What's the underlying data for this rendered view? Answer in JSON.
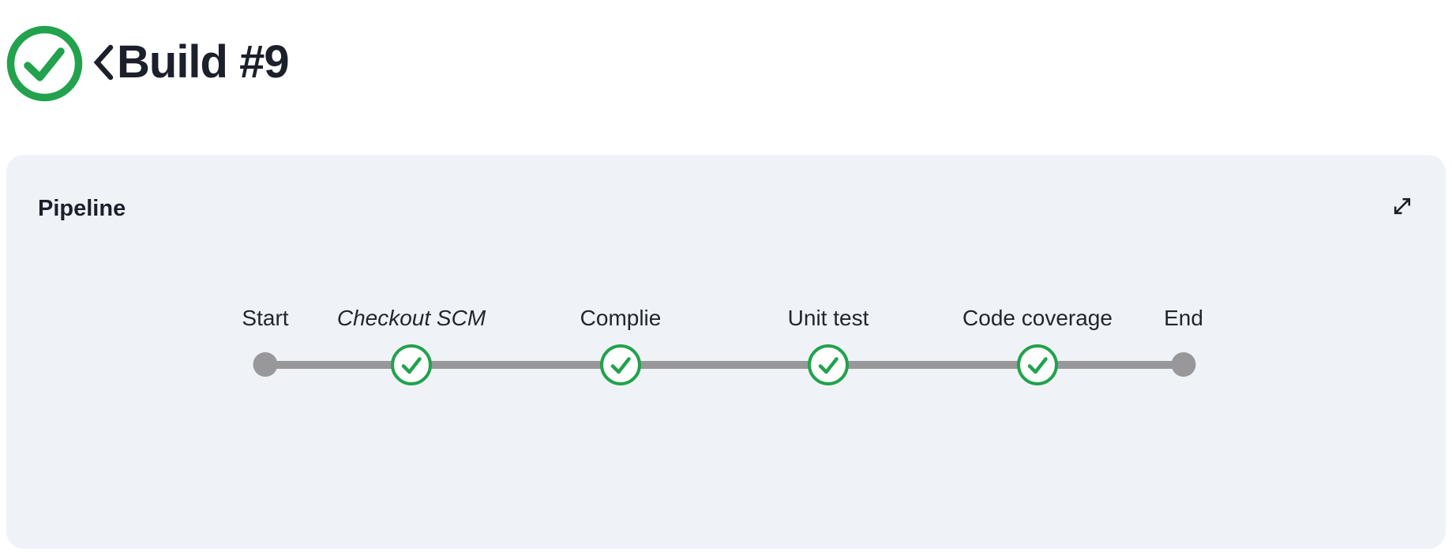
{
  "header": {
    "status_icon": "check-circle-icon",
    "back_icon": "chevron-left-icon",
    "title": "Build #9"
  },
  "panel": {
    "title": "Pipeline",
    "expand_icon": "expand-diagonal-icon",
    "stages": [
      {
        "label": "Start",
        "status": "terminal",
        "italic": false
      },
      {
        "label": "Checkout SCM",
        "status": "success",
        "italic": true
      },
      {
        "label": "Complie",
        "status": "success",
        "italic": false
      },
      {
        "label": "Unit test",
        "status": "success",
        "italic": false
      },
      {
        "label": "Code coverage",
        "status": "success",
        "italic": false
      },
      {
        "label": "End",
        "status": "terminal",
        "italic": false
      }
    ]
  },
  "colors": {
    "success_green": "#22a24d",
    "track_gray": "#98989a",
    "panel_bg": "#eff3f7",
    "text_dark": "#1b202b"
  }
}
